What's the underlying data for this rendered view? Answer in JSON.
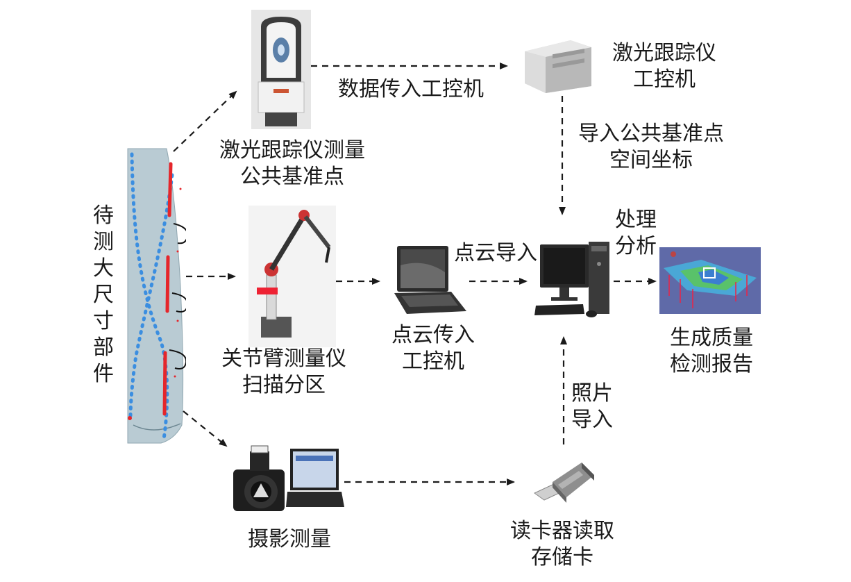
{
  "labels": {
    "part": "待测大尺寸部件",
    "tracker_measure": [
      "激光跟踪仪测量",
      "公共基准点"
    ],
    "data_transfer": "数据传入工控机",
    "tracker_pc": [
      "激光跟踪仪",
      "工控机"
    ],
    "import_coords": [
      "导入公共基准点",
      "空间坐标"
    ],
    "arm_scan": [
      "关节臂测量仪",
      "扫描分区"
    ],
    "pointcloud_pc": [
      "点云传入",
      "工控机"
    ],
    "pointcloud_import": "点云导入",
    "process": [
      "处理",
      "分析"
    ],
    "report": [
      "生成质量",
      "检测报告"
    ],
    "photo_import": [
      "照片",
      "导入"
    ],
    "photogrammetry": "摄影测量",
    "card_reader": [
      "读卡器读取",
      "存储卡"
    ]
  },
  "colors": {
    "arrow": "#1a1a1a",
    "part_fill": "#b9cbd3",
    "red_marks": "#e5262b",
    "blue_dots": "#3b8ee0"
  },
  "icons": {
    "part": "blade-part-image",
    "tracker": "laser-tracker-icon",
    "industrial_pc": "industrial-computer-icon",
    "arm": "articulated-arm-icon",
    "laptop": "laptop-icon",
    "desktop": "desktop-computer-icon",
    "report_image": "3d-report-icon",
    "camera": "camera-icon",
    "card_reader": "card-reader-icon"
  }
}
